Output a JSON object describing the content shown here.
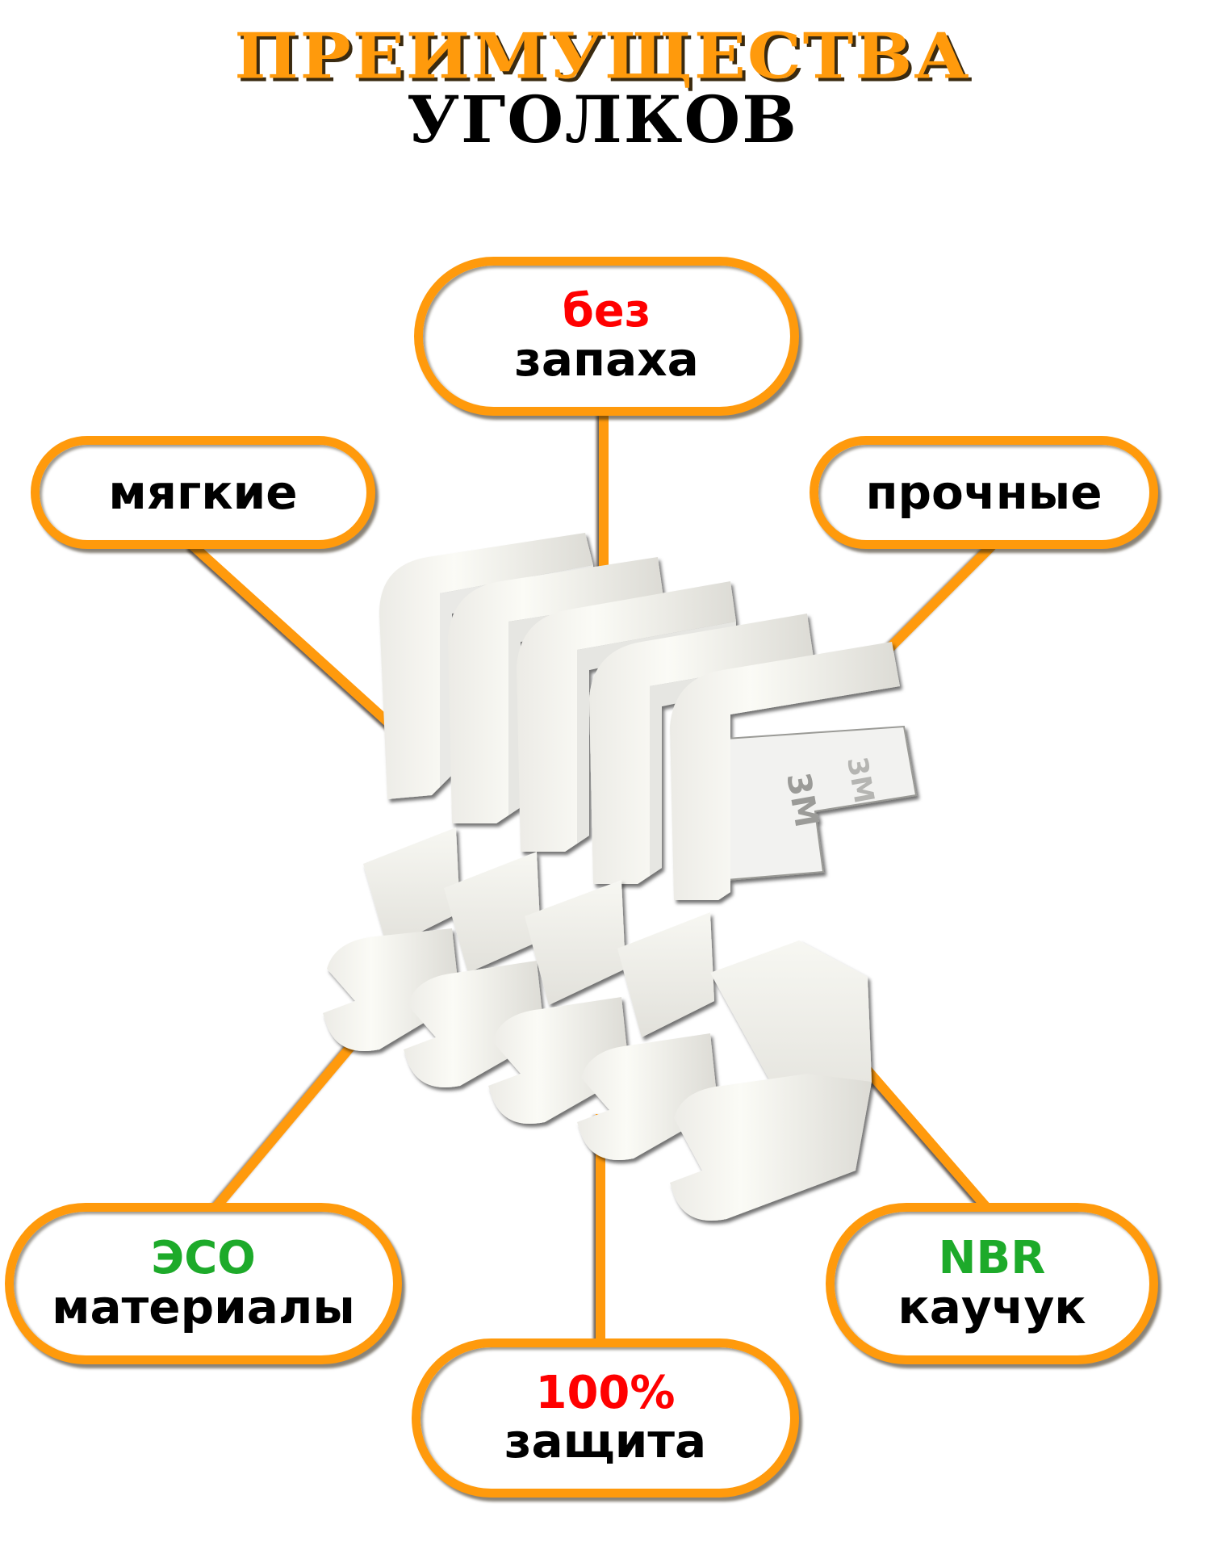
{
  "header": {
    "title_line1": "ПРЕИМУЩЕСТВА",
    "title_line2": "УГОЛКОВ"
  },
  "colors": {
    "accent_orange": "#FF9A0C",
    "accent_red": "#FF0000",
    "accent_green": "#1DAA2A",
    "text_black": "#000000",
    "background": "#FFFFFF"
  },
  "features": {
    "top": {
      "accent": "без",
      "accent_color": "red",
      "label": "запаха"
    },
    "left": {
      "label": "мягкие"
    },
    "right": {
      "label": "прочные"
    },
    "bottom_left": {
      "accent": "ЭCO",
      "accent_color": "green",
      "label": "материалы"
    },
    "bottom_center": {
      "accent": "100%",
      "accent_color": "red",
      "label": "защита"
    },
    "bottom_right": {
      "accent": "NBR",
      "accent_color": "green",
      "label": "каучук"
    }
  },
  "product": {
    "image_description": "white L-shaped corner guards with 3M adhesive tape",
    "tape_brand_text": "3M"
  }
}
